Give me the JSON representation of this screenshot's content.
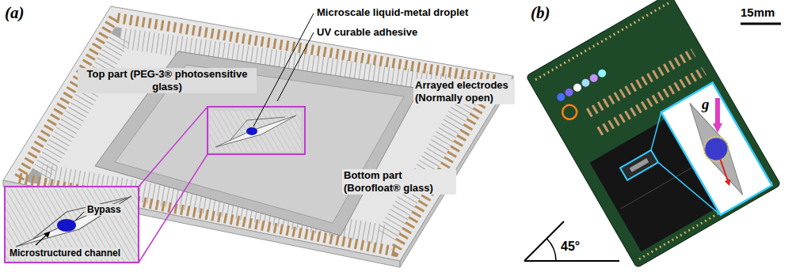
{
  "diagram": {
    "labels": [
      "(a)",
      "Microscale liquid-metal droplet",
      "UV curable adhesive",
      "Top part (PEG-3® photosensitive glass)",
      "Arrayed electrodes (Normally open)",
      "Bottom part (Borofloat® glass)",
      "Bypass",
      "Microstructured channel",
      "(b)",
      "15mm",
      "g",
      "45°"
    ]
  }
}
